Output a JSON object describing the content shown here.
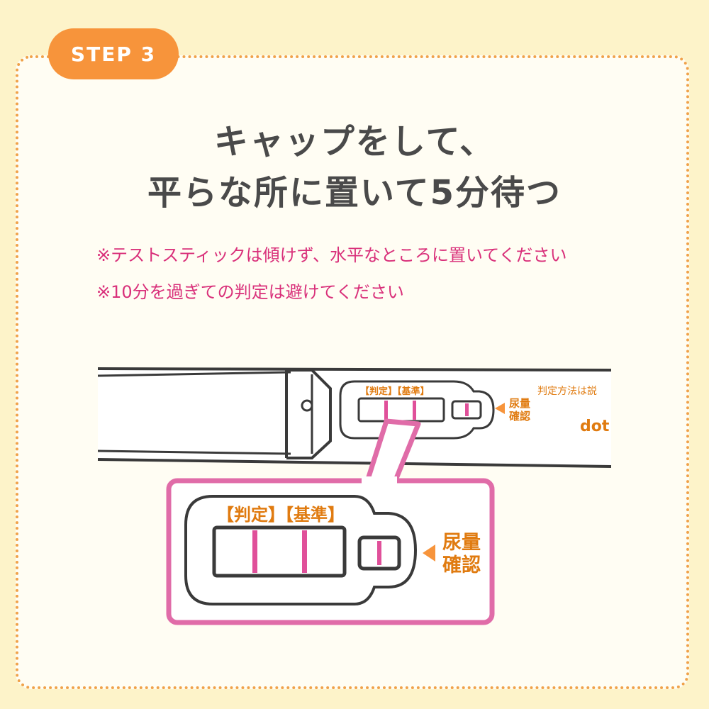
{
  "step": {
    "label": "STEP 3"
  },
  "title": {
    "line1": "キャップをして、",
    "line2": "平らな所に置いて5分待つ"
  },
  "notes": [
    "※テストスティックは傾けず、水平なところに置いてください",
    "※10分を過ぎての判定は避けてください"
  ],
  "stick": {
    "window_label": "【判定】【基準】",
    "check_label_1": "尿量",
    "check_label_2": "確認",
    "side_text": "判定方法は説",
    "brand_text": "dot"
  },
  "zoom": {
    "window_label": "【判定】【基準】",
    "check_label_1": "尿量",
    "check_label_2": "確認"
  },
  "colors": {
    "background": "#fdf3c9",
    "card": "#fffdf3",
    "accent_orange": "#f7943b",
    "note_pink": "#d9307a",
    "line_pink": "#e0509a",
    "zoom_border": "#e06ca8",
    "label_orange": "#e07b10",
    "outline": "#3a3a3a"
  }
}
